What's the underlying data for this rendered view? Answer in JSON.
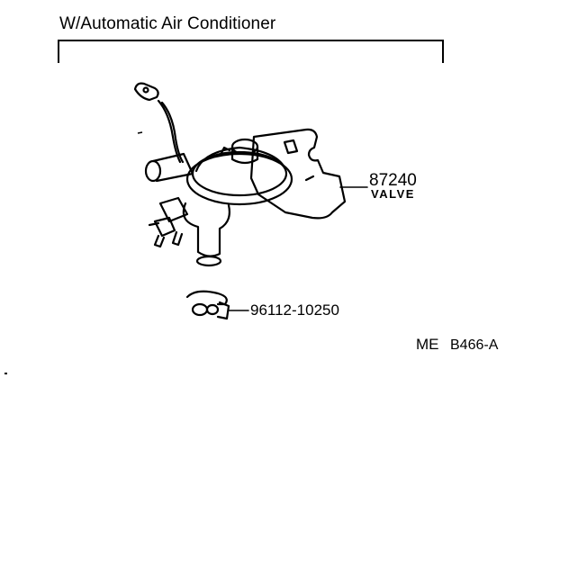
{
  "diagram": {
    "section_title": "W/Automatic Air Conditioner",
    "parts": [
      {
        "part_number": "87240",
        "part_name": "VALVE"
      },
      {
        "part_number": "96112-10250",
        "part_name": ""
      }
    ],
    "figure_code": {
      "prefix": "ME",
      "id": "B466-A"
    },
    "colors": {
      "line": "#000000",
      "background": "#ffffff"
    }
  }
}
